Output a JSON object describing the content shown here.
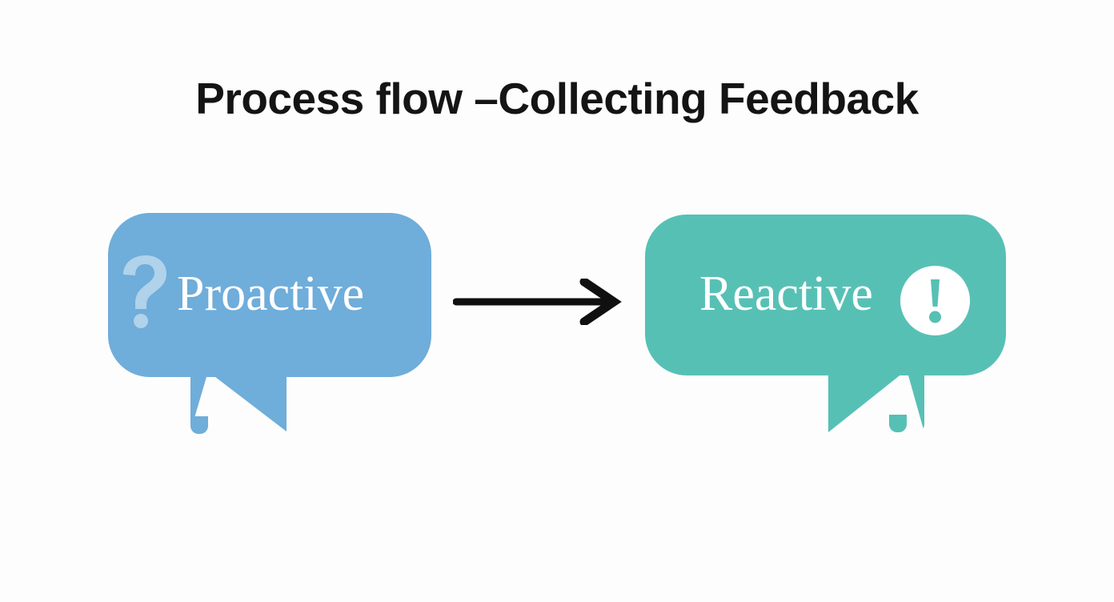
{
  "page": {
    "background_color": "#fdfdfd",
    "title": "Process flow –Collecting Feedback"
  },
  "diagram": {
    "type": "process-flow",
    "direction": "left-to-right",
    "nodes": [
      {
        "id": "proactive",
        "label": "Proactive",
        "shape": "speech-bubble",
        "fill_color": "#6fadda",
        "text_color": "#ffffff",
        "icon": "question-mark-icon",
        "icon_position": "left",
        "icon_color": "#aed1ea"
      },
      {
        "id": "reactive",
        "label": "Reactive",
        "shape": "speech-bubble",
        "fill_color": "#57c0b5",
        "text_color": "#ffffff",
        "icon": "exclamation-circle-icon",
        "icon_position": "right",
        "icon_color": "#ffffff"
      }
    ],
    "connector": {
      "id": "proactive-to-reactive",
      "type": "arrow",
      "style": "straight-line-chevron-head",
      "color": "#101010",
      "from": "proactive",
      "to": "reactive"
    }
  }
}
